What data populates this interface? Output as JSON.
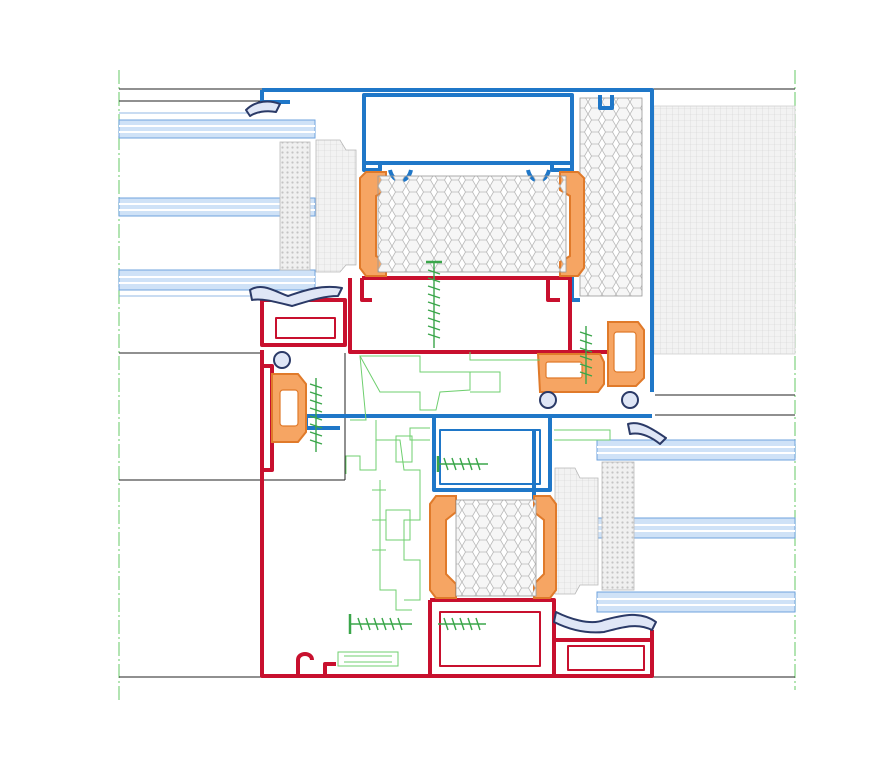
{
  "drawing": {
    "subject": "",
    "colors": {
      "outer_profile": "#c8102e",
      "inner_profile": "#1f77c8",
      "thermal_break": "#f28c3c",
      "insulation_fill": "#e6e6e6",
      "glazing": "#9cc3ef",
      "gasket": "#2b3a67",
      "hardware": "#3aa64a",
      "guide_line": "#7ed37e",
      "line": "#222222",
      "panel_fill": "#eeeeee"
    },
    "components": [
      {
        "name": "outer-frame-profile",
        "color_key": "outer_profile"
      },
      {
        "name": "sash-profile",
        "color_key": "inner_profile"
      },
      {
        "name": "thermal-break-strip",
        "color_key": "thermal_break"
      },
      {
        "name": "insulation-core",
        "color_key": "insulation_fill"
      },
      {
        "name": "glass-pane",
        "color_key": "glazing"
      },
      {
        "name": "glazing-gasket",
        "color_key": "gasket"
      },
      {
        "name": "fixing-screw",
        "color_key": "hardware"
      }
    ]
  }
}
